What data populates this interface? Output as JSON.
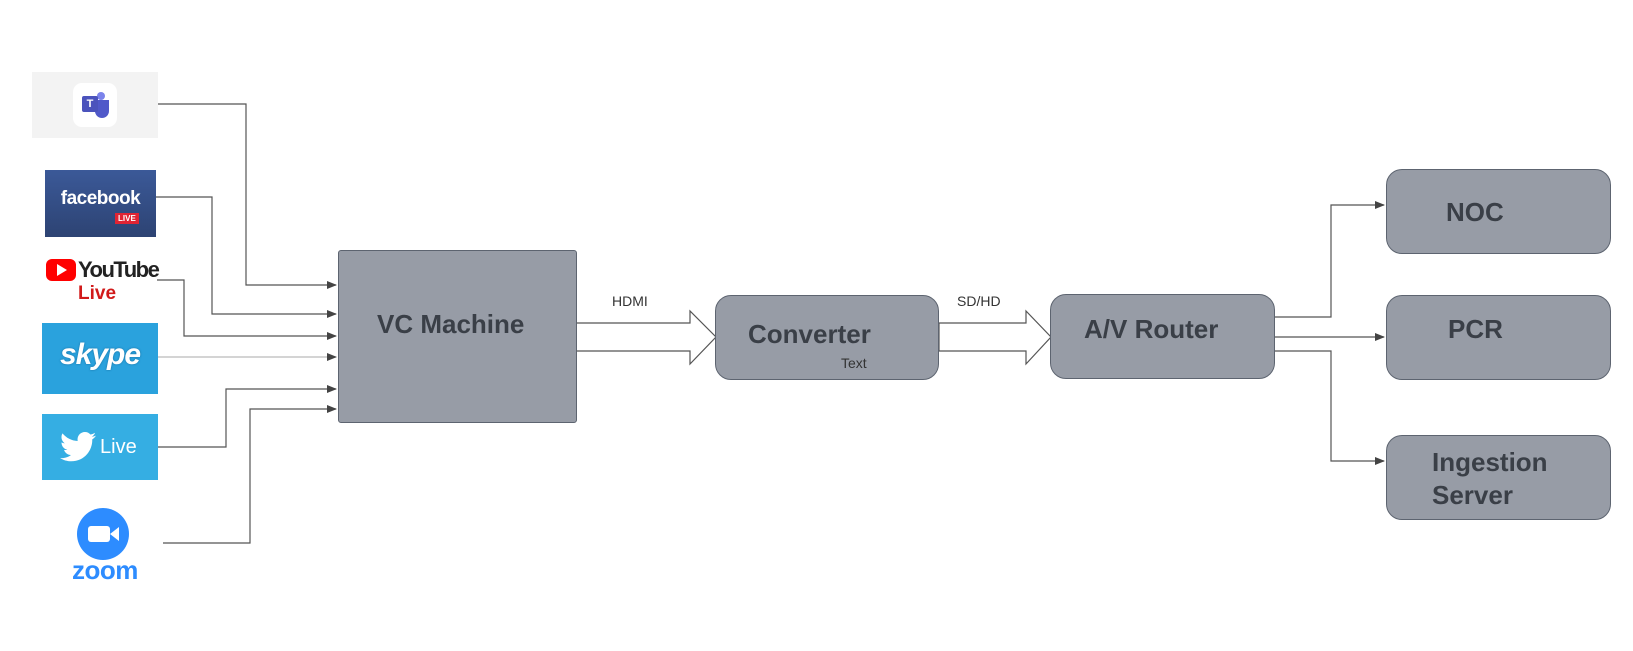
{
  "sources": [
    {
      "id": "teams",
      "name": "teams-logo",
      "icon": "microsoft-teams-icon",
      "letter": "T"
    },
    {
      "id": "facebook",
      "name": "facebook-live-logo",
      "icon": "facebook-live-icon",
      "text": "facebook",
      "badge": "LIVE"
    },
    {
      "id": "youtube",
      "name": "youtube-live-logo",
      "icon": "youtube-icon",
      "text": "YouTube",
      "sub": "Live"
    },
    {
      "id": "skype",
      "name": "skype-logo",
      "icon": "skype-icon",
      "text": "skype"
    },
    {
      "id": "twitter",
      "name": "twitter-live-logo",
      "icon": "twitter-bird-icon",
      "text": "Live"
    },
    {
      "id": "zoom",
      "name": "zoom-logo",
      "icon": "zoom-camera-icon",
      "text": "zoom"
    }
  ],
  "nodes": {
    "vc_machine": "VC Machine",
    "converter": "Converter",
    "converter_sub": "Text",
    "av_router": "A/V Router",
    "noc": "NOC",
    "pcr": "PCR",
    "ingestion": "Ingestion\nServer"
  },
  "connections": {
    "hdmi": "HDMI",
    "sdhd": "SD/HD"
  },
  "colors": {
    "node_fill": "#979ca6",
    "node_border": "#5d6470",
    "wire": "#555555"
  }
}
